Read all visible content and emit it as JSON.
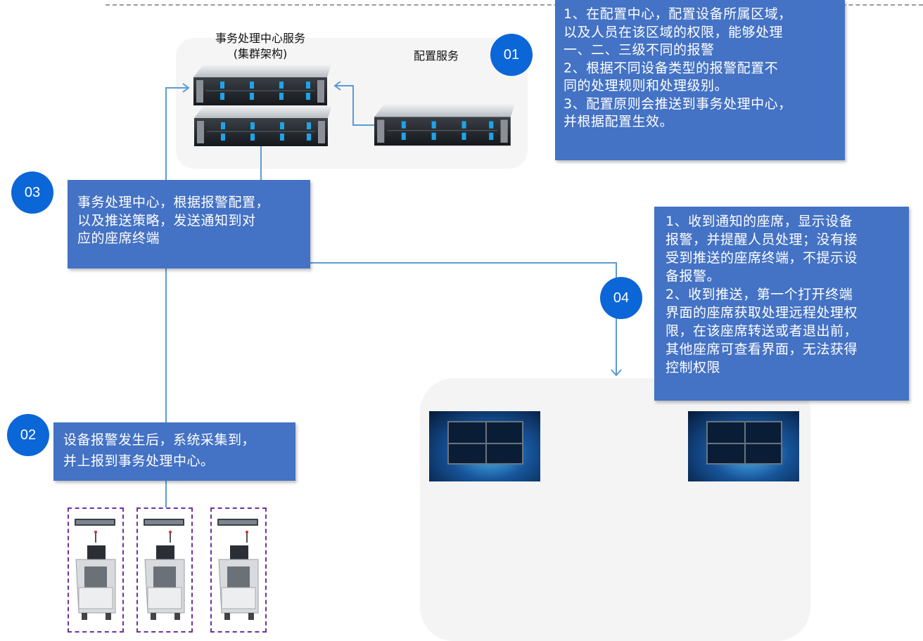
{
  "top_cluster": {
    "title_line1": "事务处理中心服务",
    "title_line2": "(集群架构)",
    "config_label": "配置服务"
  },
  "steps": [
    {
      "badge": "01",
      "lines": [
        "1、在配置中心，配置设备所属区域，",
        "以及人员在该区域的权限，能够处理",
        "一、二、三级不同的报警",
        "2、根据不同设备类型的报警配置不",
        "同的处理规则和处理级别。",
        "3、配置原则会推送到事务处理中心，",
        "并根据配置生效。"
      ]
    },
    {
      "badge": "02",
      "lines": [
        "设备报警发生后，系统采集到，",
        "并上报到事务处理中心。"
      ]
    },
    {
      "badge": "03",
      "lines": [
        "事务处理中心，根据报警配置，",
        "以及推送策略，发送通知到对",
        "应的座席终端"
      ]
    },
    {
      "badge": "04",
      "lines": [
        "1、收到通知的座席，显示设备",
        "报警，并提醒人员处理；没有接",
        "受到推送的座席终端，不提示设",
        "备报警。",
        "2、收到推送，第一个打开终端",
        "界面的座席获取处理远程处理权",
        "限，在该座席转送或者退出前，",
        "其他座席可查看界面，无法获得",
        "控制权限"
      ]
    }
  ],
  "colors": {
    "box_fill": "#4472c4",
    "badge_fill": "#0b66d8",
    "connector": "#5b9bd5",
    "device_border": "#7030a0"
  }
}
